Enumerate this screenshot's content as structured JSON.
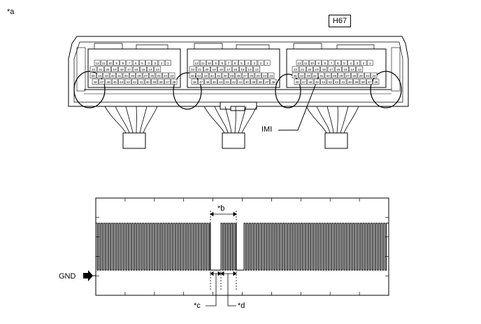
{
  "figure_label": "*a",
  "connector_code": "H67",
  "signal_pin_label": "IMI",
  "ground_label": "GND",
  "callouts": {
    "b": "*b",
    "c": "*c",
    "d": "*d"
  },
  "connector_blocks": [
    {
      "top_row": [
        "12",
        "11",
        "10",
        "9",
        "8",
        "7",
        "6",
        "5",
        "4",
        "3",
        "2",
        "1"
      ],
      "mid_row": [
        "22",
        "21",
        "20",
        "19",
        "18",
        "17",
        "16",
        "15",
        "14",
        "13"
      ],
      "low_row": [
        "35",
        "34",
        "33",
        "32",
        "31",
        "30",
        "29",
        "28",
        "27",
        "26",
        "25",
        "24",
        "23"
      ],
      "bot_row": [
        "48",
        "47",
        "46",
        "45",
        "44",
        "43",
        "42",
        "41",
        "40",
        "39",
        "38",
        "37",
        "36"
      ]
    },
    {
      "top_row": [
        "12",
        "11",
        "10",
        "9",
        "8",
        "7",
        "6",
        "5",
        "4",
        "3",
        "2",
        "1"
      ],
      "mid_row": [
        "22",
        "21",
        "20",
        "19",
        "18",
        "17",
        "16",
        "15",
        "14",
        "13"
      ],
      "low_row": [
        "35",
        "34",
        "33",
        "32",
        "31",
        "30",
        "29",
        "28",
        "27",
        "26",
        "25",
        "24",
        "23"
      ],
      "bot_row": [
        "48",
        "47",
        "46",
        "45",
        "44",
        "43",
        "42",
        "41",
        "40",
        "39",
        "38",
        "37",
        "36"
      ]
    },
    {
      "top_row": [
        "12",
        "11",
        "10",
        "9",
        "8",
        "7",
        "6",
        "5",
        "4",
        "3",
        "2",
        "1"
      ],
      "mid_row": [
        "22",
        "21",
        "20",
        "19",
        "18",
        "17",
        "16",
        "15",
        "14",
        "13"
      ],
      "low_row": [
        "35",
        "34",
        "33",
        "32",
        "31",
        "30",
        "29",
        "28",
        "27",
        "26",
        "25",
        "24",
        "23"
      ],
      "bot_row": [
        "48",
        "47",
        "46",
        "45",
        "44",
        "43",
        "42",
        "41",
        "40",
        "39",
        "38",
        "37",
        "36"
      ]
    }
  ]
}
